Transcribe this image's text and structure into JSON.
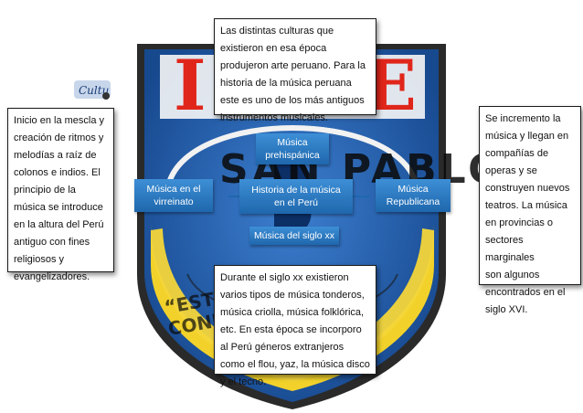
{
  "crest": {
    "letter_left": "I",
    "letter_right": "E",
    "arc_text_top": "SAN PABLO",
    "arc_text_bottom": "“ESTUDIO ... CONRADEZ”",
    "colors": {
      "shield_blue": "#1f5fb4",
      "shield_yellow": "#f2d22a",
      "letter_red": "#e0261b"
    }
  },
  "center": {
    "label": "Historia de la música\nen el Perú"
  },
  "nodes": {
    "top": "Música\nprehispánica",
    "left": "Música en el\nvirreinato",
    "right": "Música\nRepublicana",
    "bottom": "Música del siglo xx"
  },
  "notes": {
    "top": "Las distintas culturas que\nexistieron  en esa época\nprodujeron  arte peruano. Para la\nhistoria de la música peruana\neste es uno de los más  antiguos\ninstrumentos  musicales.",
    "left": "Inicio en la mescla y\ncreación  de ritmos y\nmelodías a raíz de\ncolonos e indios. El\nprincipio de la\nmúsica se introduce\nen la altura del Perú\nantiguo con fines\nreligiosos y\nevangelizadores.",
    "right": "Se incremento  la\nmúsica y llegan en\ncompañías de\noperas y se\nconstruyen  nuevos\nteatros.  La música\nen provincias  o\nsectores  marginales\nson algunos\nencontrados  en el\nsiglo XVI.",
    "bottom": "Durante el siglo xx existieron\nvarios tipos de música tonderos,\nmúsica criolla, música folklórica,\netc. En esta  época se incorporo\nal Perú géneros extranjeros\ncomo el flou, yaz, la música disco\ny el tecno."
  }
}
